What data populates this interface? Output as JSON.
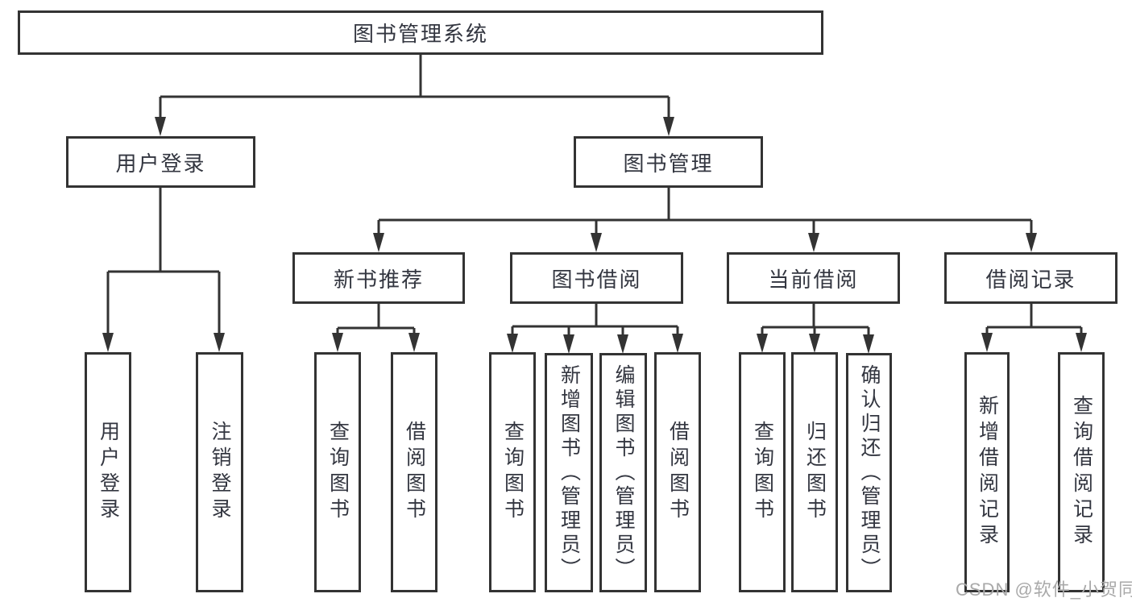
{
  "diagram": {
    "title_node": "图书管理系统",
    "watermark": "CSDN @软件_小贺同学",
    "colors": {
      "line": "#333333",
      "text": "#333640",
      "watermark": "#a9a9a9",
      "background": "#ffffff"
    },
    "nodes": {
      "root": {
        "label": "图书管理系统"
      },
      "user_login": {
        "label": "用户登录"
      },
      "book_mgmt": {
        "label": "图书管理"
      },
      "new_book_rec": {
        "label": "新书推荐"
      },
      "book_borrow": {
        "label": "图书借阅"
      },
      "current_borrow": {
        "label": "当前借阅"
      },
      "borrow_records": {
        "label": "借阅记录"
      },
      "leaf_user_login": {
        "label": "用户登录"
      },
      "leaf_logout": {
        "label": "注销登录"
      },
      "leaf_query_book_rec": {
        "label": "查询图书"
      },
      "leaf_borrow_book_rec": {
        "label": "借阅图书"
      },
      "leaf_query_book_borrow": {
        "label": "查询图书"
      },
      "leaf_add_book": {
        "label": "新增图书（管理员）"
      },
      "leaf_edit_book": {
        "label": "编辑图书（管理员）"
      },
      "leaf_borrow_book_borrow": {
        "label": "借阅图书"
      },
      "leaf_query_book_current": {
        "label": "查询图书"
      },
      "leaf_return_book": {
        "label": "归还图书"
      },
      "leaf_confirm_return": {
        "label": "确认归还（管理员）"
      },
      "leaf_add_record": {
        "label": "新增借阅记录"
      },
      "leaf_query_record": {
        "label": "查询借阅记录"
      }
    }
  }
}
